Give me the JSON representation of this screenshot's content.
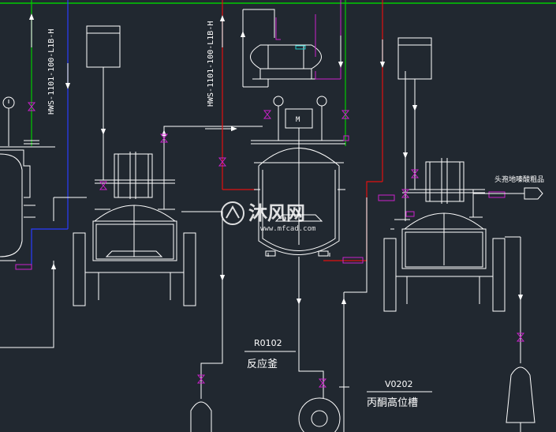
{
  "colors": {
    "background": "#212830",
    "line": "#ffffff",
    "green_line": "#00cc00",
    "blue_line": "#2b3cff",
    "red_line": "#e01010",
    "magenta": "#cc22cc",
    "cyan": "#22cccc",
    "watermark": "#ffffff"
  },
  "pipe_labels": {
    "left_vertical": "HWS-1101-100-L1B-H",
    "center_vertical": "HWS-1101-100-L1B-H"
  },
  "equipment": {
    "reactor_tag": "R0102",
    "reactor_name": "反应釜",
    "tank_tag": "V0202",
    "tank_name": "丙酮高位槽",
    "motor_label": "M"
  },
  "annotations": {
    "product_out": "头孢地嗪酸粗品"
  },
  "watermark": {
    "brand": "沐风网",
    "url": "www.mfcad.com"
  },
  "icons": [
    "arrow-up-icon",
    "arrow-down-icon",
    "arrow-right-icon",
    "valve-icon",
    "pressure-gauge-icon",
    "motor-icon"
  ]
}
